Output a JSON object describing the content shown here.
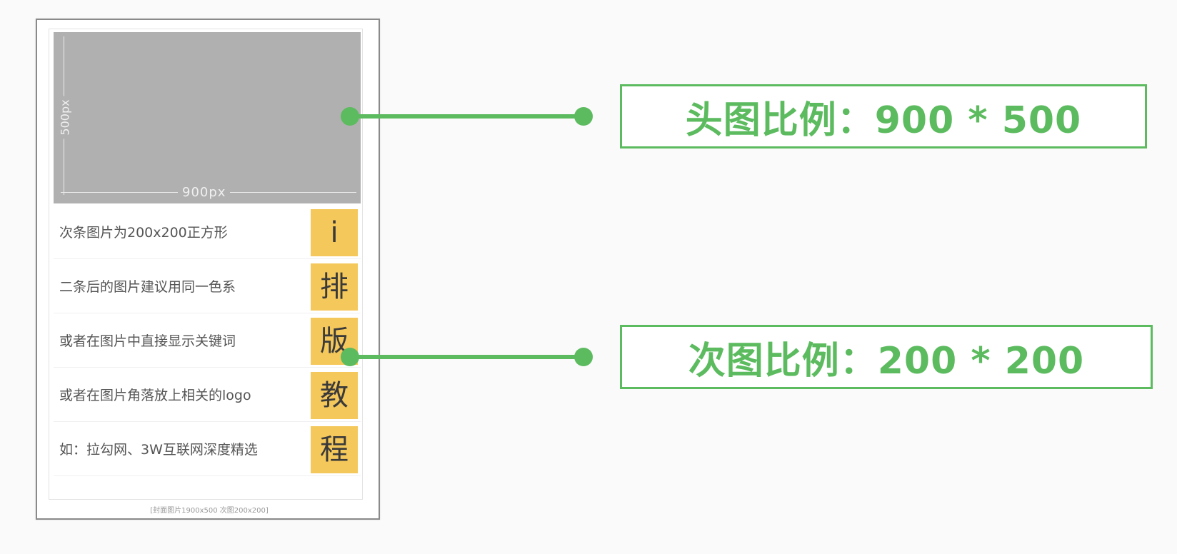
{
  "mockup": {
    "hero_height_label": "500px",
    "hero_width_label": "900px",
    "rows": [
      {
        "text": "次条图片为200x200正方形",
        "thumb": "i"
      },
      {
        "text": "二条后的图片建议用同一色系",
        "thumb": "排"
      },
      {
        "text": "或者在图片中直接显示关键词",
        "thumb": "版"
      },
      {
        "text": "或者在图片角落放上相关的logo",
        "thumb": "教"
      },
      {
        "text": "如：拉勾网、3W互联网深度精选",
        "thumb": "程"
      }
    ],
    "footer_note": "[封面图片1900x500 次图200x200]"
  },
  "labels": {
    "hero_ratio": "头图比例：900 * 500",
    "secondary_ratio": "次图比例：200 * 200"
  },
  "colors": {
    "accent_green": "#5cbb5f",
    "placeholder_gray": "#b0b0b0",
    "thumb_yellow": "#f5c85c"
  }
}
